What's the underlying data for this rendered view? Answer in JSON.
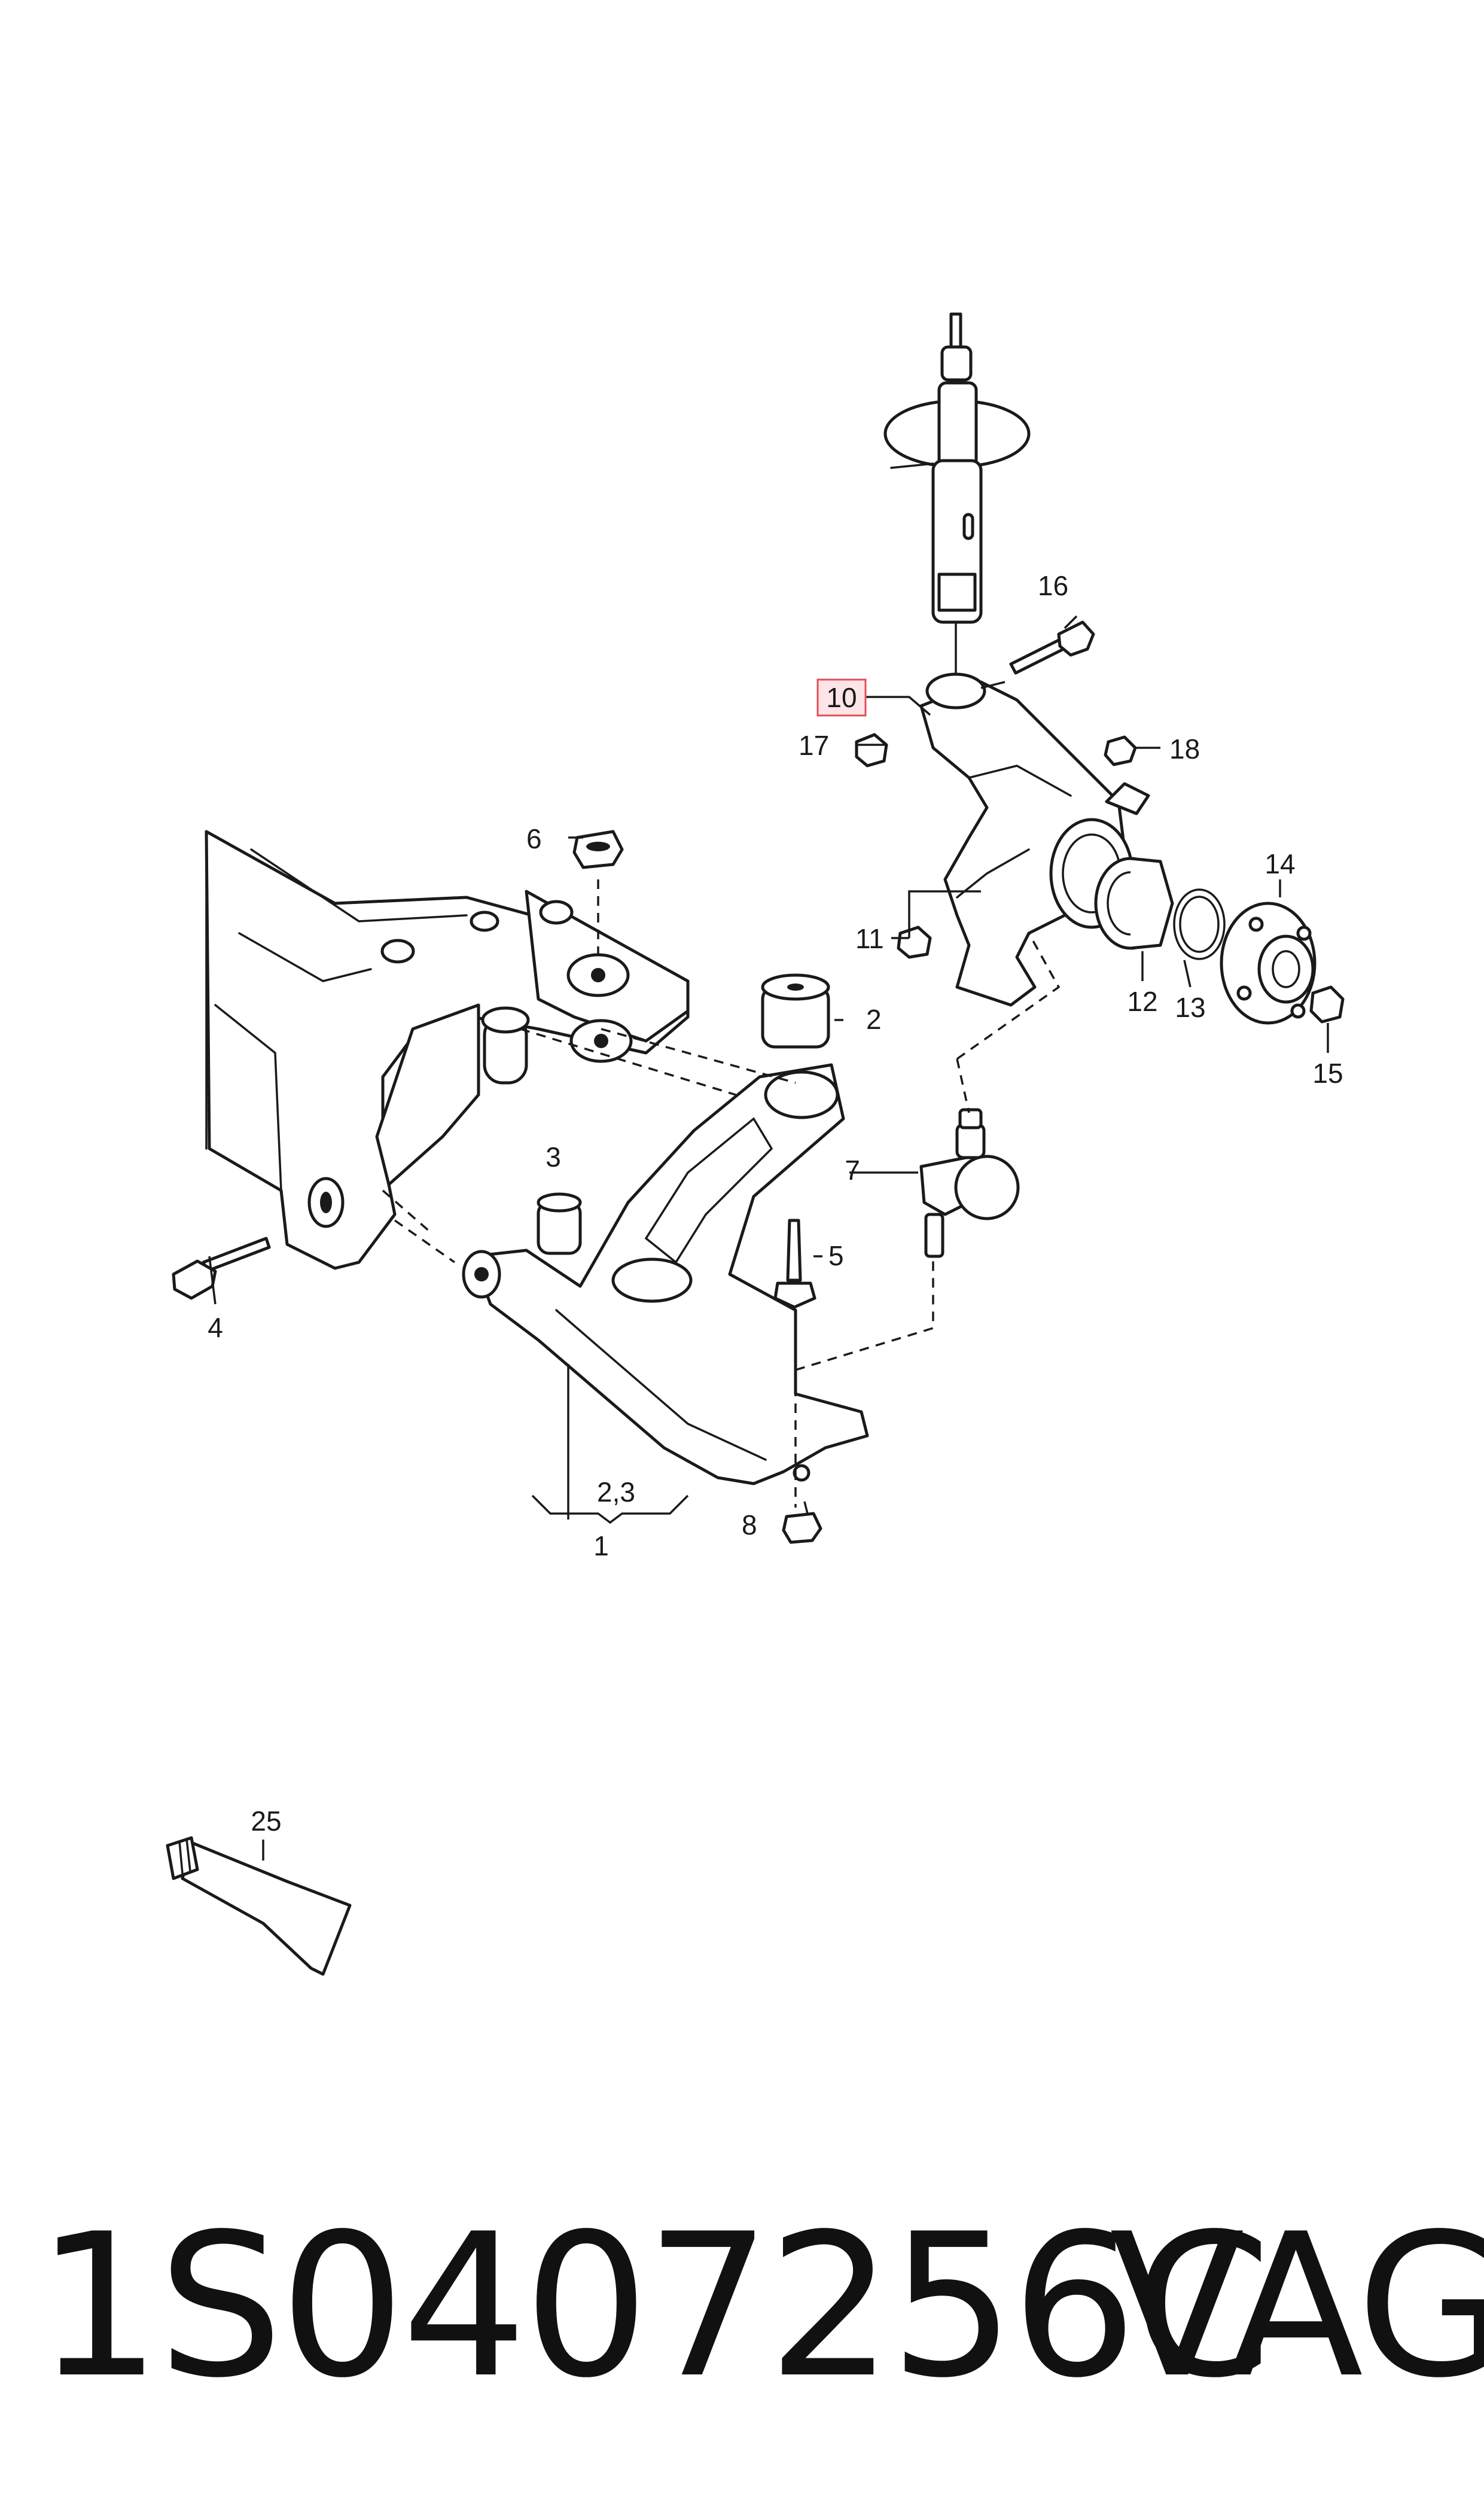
{
  "callouts": {
    "c1": "1",
    "c2": "2",
    "c23": "2,3",
    "c3": "3",
    "c4": "4",
    "c5": "5",
    "c6": "6",
    "c7": "7",
    "c8": "8",
    "c10": "10",
    "c11": "11",
    "c12": "12",
    "c13": "13",
    "c14": "14",
    "c15": "15",
    "c16": "16",
    "c17": "17",
    "c18": "18",
    "c25": "25"
  },
  "highlight": {
    "part": "10",
    "color": "#e0505a",
    "fill": "#fde4e6"
  },
  "footer": {
    "part_number": "1S0407256C",
    "brand": "VAG"
  }
}
